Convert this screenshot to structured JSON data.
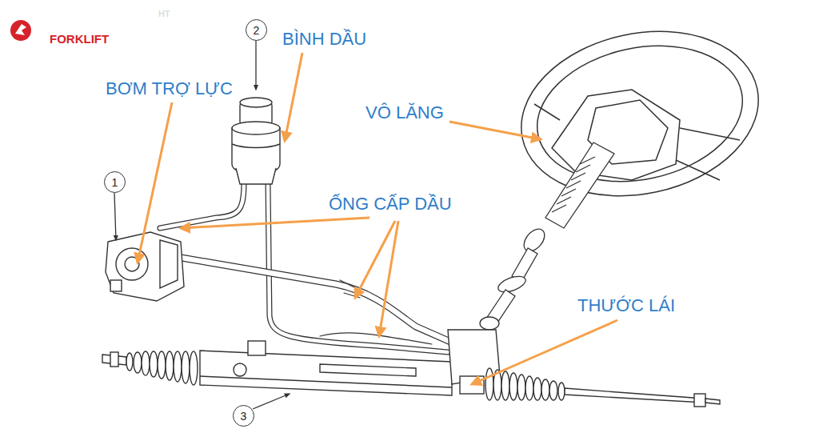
{
  "diagram": {
    "nodes": [
      {
        "text": [
          "2"
        ]
      },
      {
        "text": [
          "1"
        ]
      },
      {
        "text": [
          "3"
        ]
      }
    ],
    "labels": [
      "HT",
      "FORKLIFT",
      "BƠM TRỢ LỰC",
      "BÌNH DẦU",
      "VÔ LĂNG",
      "ỐNG CẤP DẦU",
      "THƯỚC LÁI"
    ]
  }
}
